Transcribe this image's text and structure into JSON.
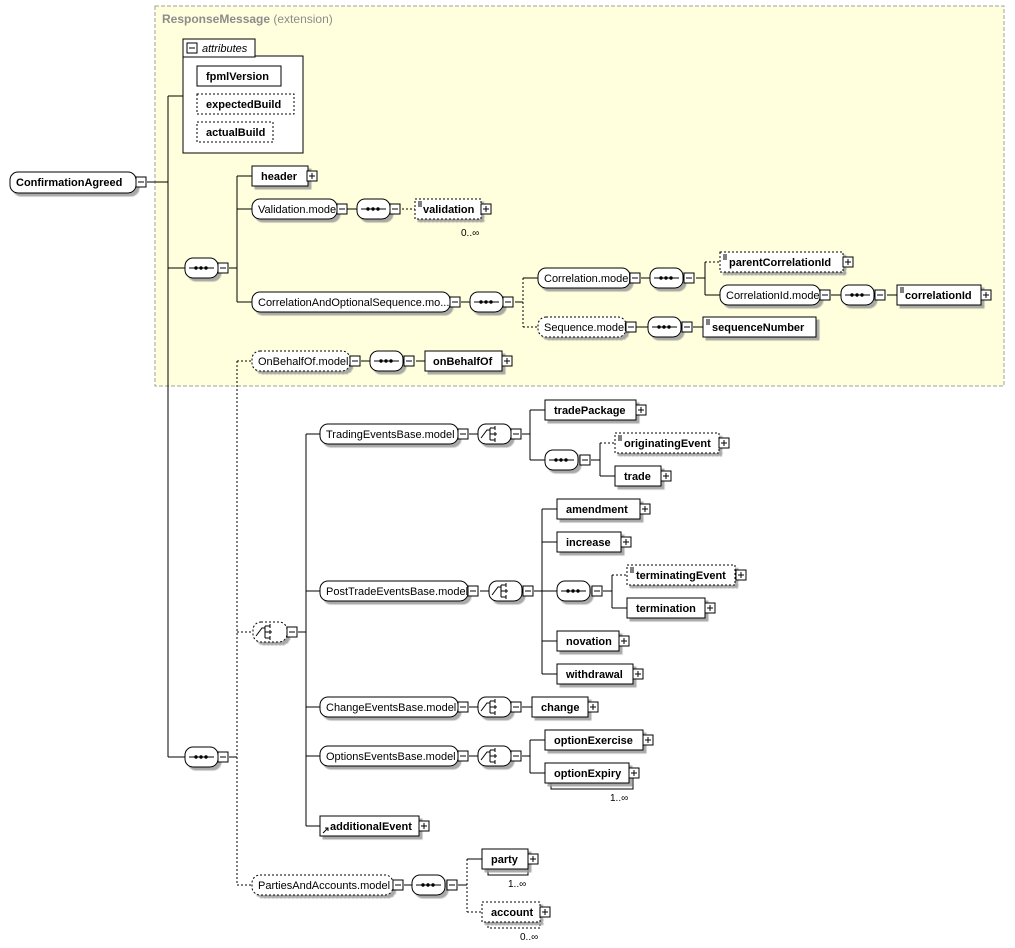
{
  "extension": {
    "name": "ResponseMessage",
    "note": "(extension)"
  },
  "attributes_label": "attributes",
  "attributes": [
    "fpmlVersion",
    "expectedBuild",
    "actualBuild"
  ],
  "root": "ConfirmationAgreed",
  "nodes": {
    "header": "header",
    "validation_model": "Validation.model",
    "validation": "validation",
    "correlation_seq": "CorrelationAndOptionalSequence.mo...",
    "correlation_model": "Correlation.model",
    "parent_correlation_id": "parentCorrelationId",
    "correlation_id_model": "CorrelationId.model",
    "correlation_id": "correlationId",
    "sequence_model": "Sequence.model",
    "sequence_number": "sequenceNumber",
    "on_behalf_of_model": "OnBehalfOf.model",
    "on_behalf_of": "onBehalfOf",
    "trading_events": "TradingEventsBase.model",
    "trade_package": "tradePackage",
    "originating_event": "originatingEvent",
    "trade": "trade",
    "post_trade_events": "PostTradeEventsBase.model",
    "amendment": "amendment",
    "increase": "increase",
    "terminating_event": "terminatingEvent",
    "termination": "termination",
    "novation": "novation",
    "withdrawal": "withdrawal",
    "change_events": "ChangeEventsBase.model",
    "change": "change",
    "options_events": "OptionsEventsBase.model",
    "option_exercise": "optionExercise",
    "option_expiry": "optionExpiry",
    "additional_event": "additionalEvent",
    "parties_accounts": "PartiesAndAccounts.model",
    "party": "party",
    "account": "account"
  },
  "cardinality": {
    "validation": "0..∞",
    "option_expiry": "1..∞",
    "party": "1..∞",
    "account": "0..∞"
  },
  "colors": {
    "extension_fill": "#ffffdd",
    "extension_border": "#a0a0a0",
    "line": "#000000"
  }
}
